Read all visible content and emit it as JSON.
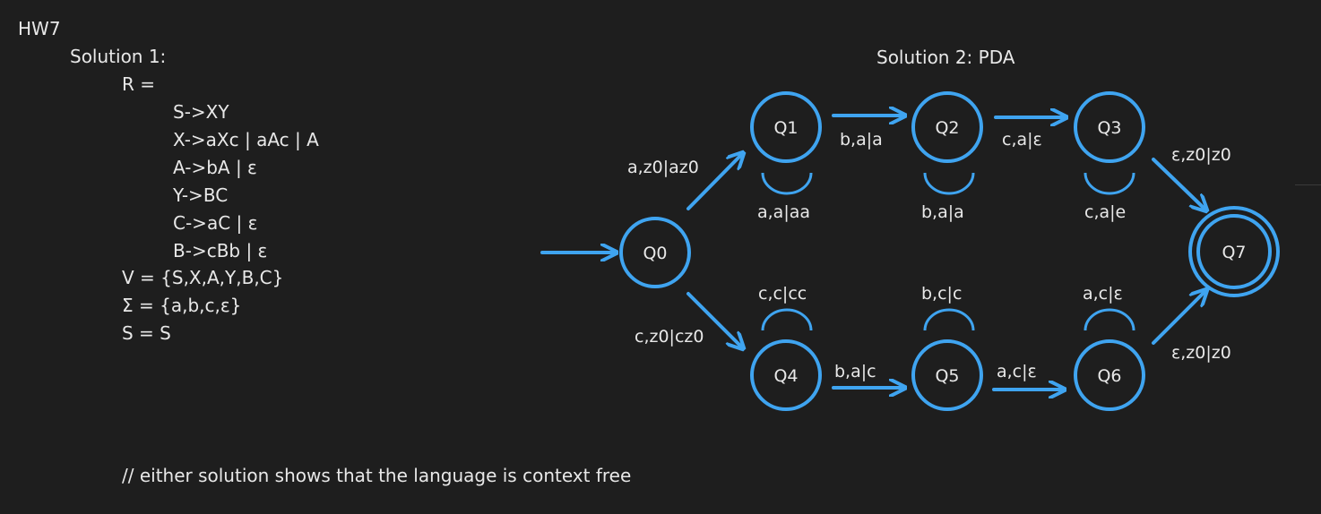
{
  "heading": "HW7",
  "solution1": {
    "title": "Solution 1:",
    "r_label": "R =",
    "rules": [
      "S->XY",
      "X->aXc | aAc | A",
      "A->bA | ε",
      "Y->BC",
      "C->aC | ε",
      "B->cBb | ε"
    ],
    "definitions": [
      "V = {S,X,A,Y,B,C}",
      "Σ = {a,b,c,ε}",
      "S = S"
    ]
  },
  "solution2": {
    "title": "Solution 2: PDA",
    "states": [
      {
        "id": "Q0",
        "label": "Q0"
      },
      {
        "id": "Q1",
        "label": "Q1"
      },
      {
        "id": "Q2",
        "label": "Q2"
      },
      {
        "id": "Q3",
        "label": "Q3"
      },
      {
        "id": "Q4",
        "label": "Q4"
      },
      {
        "id": "Q5",
        "label": "Q5"
      },
      {
        "id": "Q6",
        "label": "Q6"
      },
      {
        "id": "Q7",
        "label": "Q7",
        "accepting": true
      }
    ],
    "start_state": "Q0",
    "transitions": [
      {
        "from": "Q0",
        "to": "Q1",
        "label": "a,z0|az0"
      },
      {
        "from": "Q1",
        "to": "Q1",
        "label": "a,a|aa"
      },
      {
        "from": "Q1",
        "to": "Q2",
        "label": "b,a|a"
      },
      {
        "from": "Q2",
        "to": "Q2",
        "label": "b,a|a"
      },
      {
        "from": "Q2",
        "to": "Q3",
        "label": "c,a|ε"
      },
      {
        "from": "Q3",
        "to": "Q3",
        "label": "c,a|e"
      },
      {
        "from": "Q3",
        "to": "Q7",
        "label": "ε,z0|z0"
      },
      {
        "from": "Q0",
        "to": "Q4",
        "label": "c,z0|cz0"
      },
      {
        "from": "Q4",
        "to": "Q4",
        "label": "c,c|cc"
      },
      {
        "from": "Q4",
        "to": "Q5",
        "label": "b,a|c"
      },
      {
        "from": "Q5",
        "to": "Q5",
        "label": "b,c|c"
      },
      {
        "from": "Q5",
        "to": "Q6",
        "label": "a,c|ε"
      },
      {
        "from": "Q6",
        "to": "Q6",
        "label": "a,c|ε"
      },
      {
        "from": "Q6",
        "to": "Q7",
        "label": "ε,z0|z0"
      }
    ]
  },
  "footer_comment": "// either solution shows that the language is context free",
  "colors": {
    "background": "#1e1e1e",
    "text": "#e8e8e8",
    "accent": "#3fa4f0"
  }
}
